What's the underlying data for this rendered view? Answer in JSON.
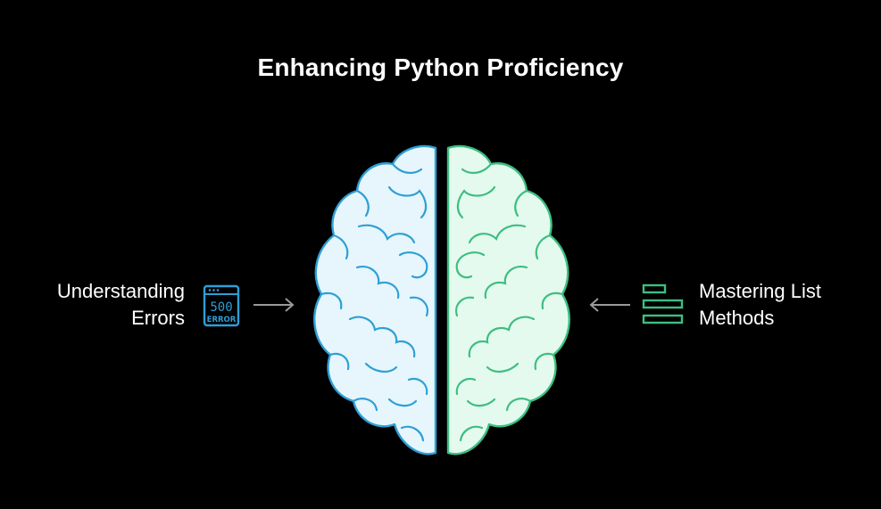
{
  "title": "Enhancing Python Proficiency",
  "left": {
    "lines": [
      "Understanding",
      "Errors"
    ],
    "icon": "error-500-icon",
    "icon_text_top": "500",
    "icon_text_bottom": "ERROR",
    "color": "#2E9FD6"
  },
  "right": {
    "lines": [
      "Mastering List",
      "Methods"
    ],
    "icon": "list-icon",
    "color": "#3DBE80"
  },
  "brain": {
    "left_fill": "#E6F6FC",
    "left_stroke": "#2E9FD6",
    "right_fill": "#E4FAEE",
    "right_stroke": "#3DBE80"
  },
  "arrow_color": "#9A9A9A"
}
